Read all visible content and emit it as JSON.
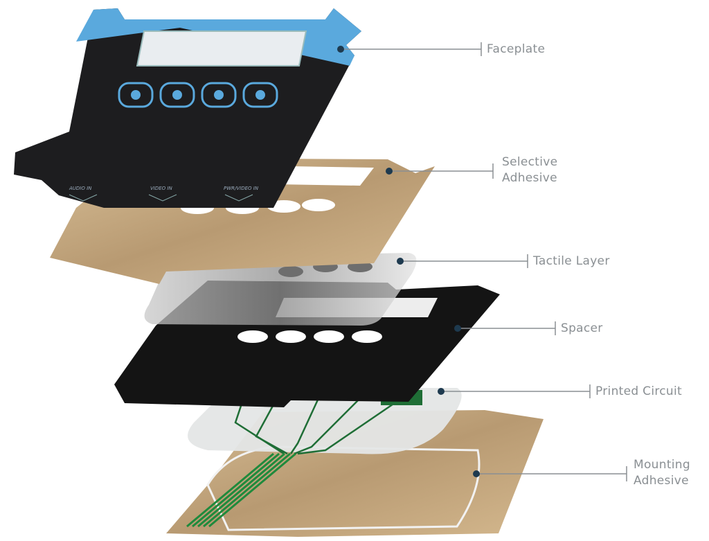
{
  "colors": {
    "faceplate_dark": "#1d1d1f",
    "faceplate_blue": "#5aa9dd",
    "adhesive_tan": "#c9ad85",
    "spacer_black": "#141414",
    "tactile_gray": "#b9b9b9",
    "circuit_light": "#e4e6e6",
    "trace_green": "#1f8a3c",
    "callout_dot": "#1e3a4f",
    "callout_line": "#8a8f93"
  },
  "faceplate": {
    "ports": [
      "AUDIO IN",
      "VIDEO IN",
      "PWR/VIDEO IN"
    ],
    "button_count": 4
  },
  "labels": [
    {
      "id": "faceplate",
      "lines": [
        "Faceplate"
      ]
    },
    {
      "id": "selective-adhesive",
      "lines": [
        "Selective",
        "Adhesive"
      ]
    },
    {
      "id": "tactile-layer",
      "lines": [
        "Tactile Layer"
      ]
    },
    {
      "id": "spacer",
      "lines": [
        "Spacer"
      ]
    },
    {
      "id": "printed-circuit",
      "lines": [
        "Printed Circuit"
      ]
    },
    {
      "id": "mounting-adhesive",
      "lines": [
        "Mounting",
        "Adhesive"
      ]
    }
  ]
}
